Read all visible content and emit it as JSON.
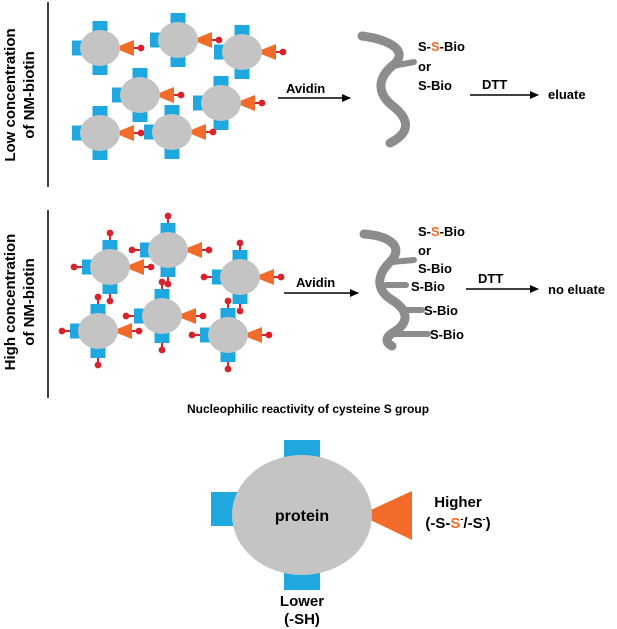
{
  "low_panel": {
    "side_label_line1": "Low concentration",
    "side_label_line2": "of NM-biotin",
    "arrow_label": "Avidin",
    "chain_labels": {
      "a_pre": "S-",
      "a_orange": "S",
      "a_post": "-Bio",
      "or": "or",
      "b": "S-Bio"
    },
    "dtt_label": "DTT",
    "result": "eluate"
  },
  "high_panel": {
    "side_label_line1": "High concentration",
    "side_label_line2": "of NM-biotin",
    "arrow_label": "Avidin",
    "chain_labels": {
      "a_pre": "S-",
      "a_orange": "S",
      "a_post": "-Bio",
      "or": "or",
      "b": "S-Bio",
      "c": "S-Bio",
      "d": "S-Bio",
      "e": "S-Bio"
    },
    "dtt_label": "DTT",
    "result": "no eluate"
  },
  "legend": {
    "title": "Nucleophilic reactivity of cysteine S group",
    "protein_label": "protein",
    "higher_label": "Higher",
    "higher_formula": {
      "p1": "(-S-",
      "orange": "S",
      "sup1": "-",
      "p2": "/-S",
      "sup2": "-",
      "p3": ")"
    },
    "lower_label": "Lower",
    "lower_formula": "(-SH)"
  },
  "colors": {
    "protein": "#c4c4c4",
    "cys_sh": "#1fa8e0",
    "cys_reactive": "#f26b2a",
    "biotin": "#d7232a",
    "chain": "#8c8c8c"
  }
}
